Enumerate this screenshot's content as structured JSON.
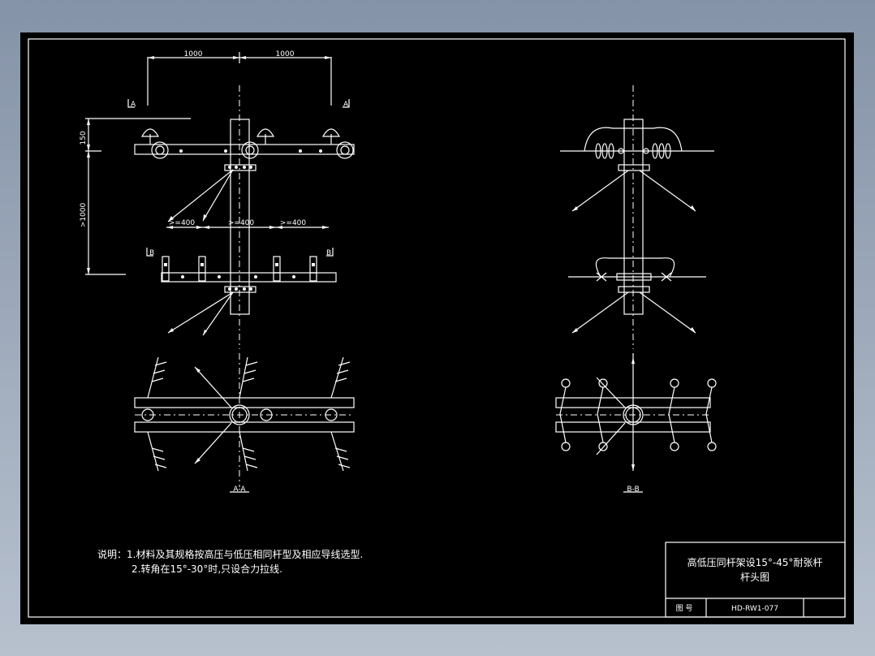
{
  "dimensions": {
    "span_left": "1000",
    "span_right": "1000",
    "height_150": "150",
    "height_1000": ">1000",
    "spacing_1": ">=400",
    "spacing_2": ">=400",
    "spacing_3": ">=400"
  },
  "section_marks": {
    "a_left": "A",
    "a_right": "A",
    "b_left": "B",
    "b_right": "B"
  },
  "views": {
    "section_aa": "A-A",
    "section_bb": "B-B"
  },
  "notes": {
    "line1": "说明：1.材料及其规格按高压与低压相同杆型及相应导线选型.",
    "line2": "2.转角在15°-30°时,只设合力拉线."
  },
  "title_block": {
    "title_line1": "高低压同杆架设15°-45°耐张杆",
    "title_line2": "杆头图",
    "drawing_no_label": "图  号",
    "drawing_no": "HD-RW1-077"
  },
  "colors": {
    "background": "#000000",
    "line": "#ffffff",
    "frame_outer": "#8593a8"
  }
}
